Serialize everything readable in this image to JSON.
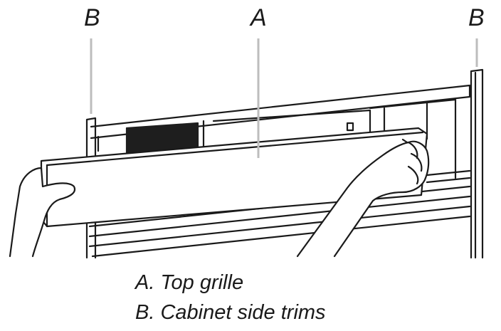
{
  "callouts": {
    "left_b": "B",
    "center_a": "A",
    "right_b": "B"
  },
  "legend": {
    "line_a": "A. Top grille",
    "line_b": "B. Cabinet side trims"
  },
  "colors": {
    "line": "#1a1a1a",
    "leader": "#bdbdbd",
    "dark_panel": "#1e1e1e",
    "background": "#ffffff"
  }
}
